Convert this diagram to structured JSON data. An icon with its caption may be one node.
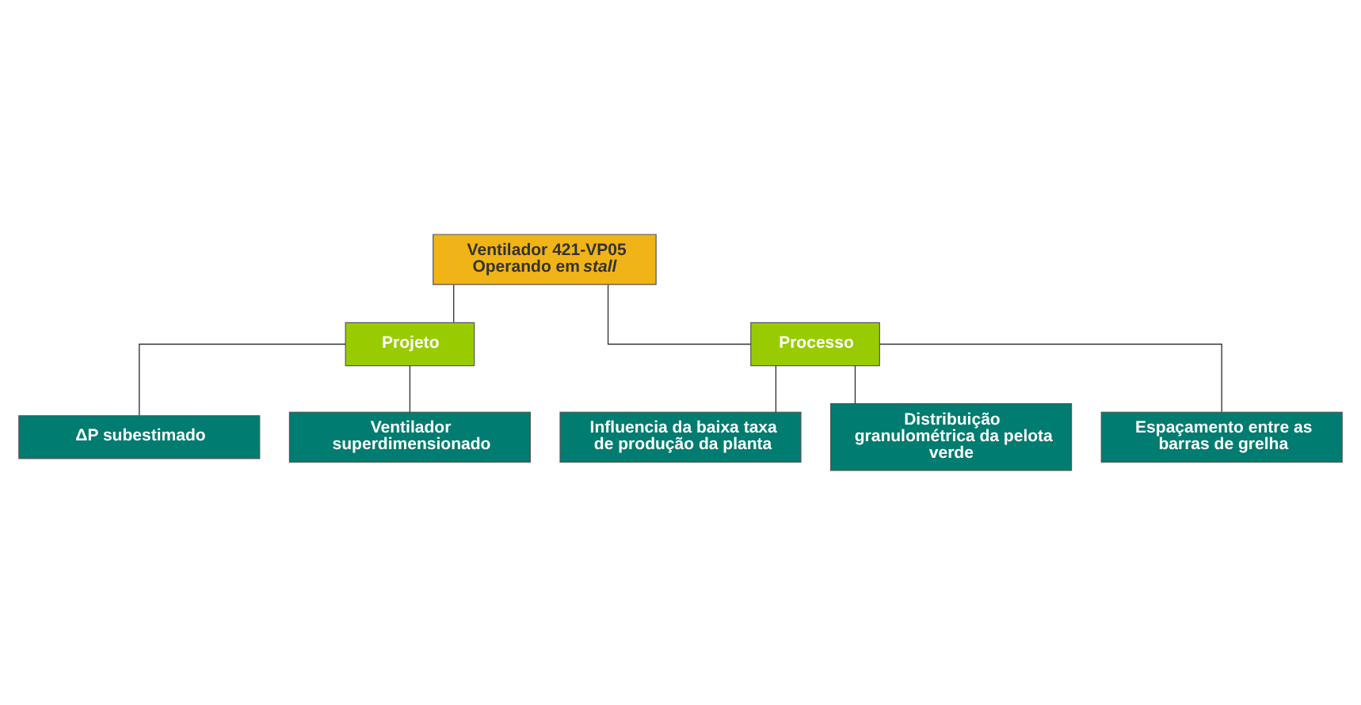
{
  "diagram": {
    "nodes": [
      {
        "text": [
          "Ventilador 421-VP05",
          "Operando em *stall*"
        ]
      },
      {
        "text": [
          "Projeto"
        ]
      },
      {
        "text": [
          "Processo"
        ]
      },
      {
        "text": [
          "ΔP subestimado"
        ]
      },
      {
        "text": [
          "Ventilador superdimensionado"
        ]
      },
      {
        "text": [
          "Influencia da baixa taxa de produção da planta"
        ]
      },
      {
        "text": [
          "Distribuição granulométrica da pelota verde"
        ]
      },
      {
        "text": [
          "Espaçamento entre as barras de grelha"
        ]
      }
    ],
    "edges": [
      {
        "from": 0,
        "to": 1,
        "arrow": "none"
      },
      {
        "from": 0,
        "to": 2,
        "arrow": "none"
      },
      {
        "from": 1,
        "to": 3,
        "arrow": "none"
      },
      {
        "from": 1,
        "to": 4,
        "arrow": "none"
      },
      {
        "from": 2,
        "to": 5,
        "arrow": "none"
      },
      {
        "from": 2,
        "to": 6,
        "arrow": "none"
      },
      {
        "from": 2,
        "to": 7,
        "arrow": "none"
      }
    ]
  }
}
